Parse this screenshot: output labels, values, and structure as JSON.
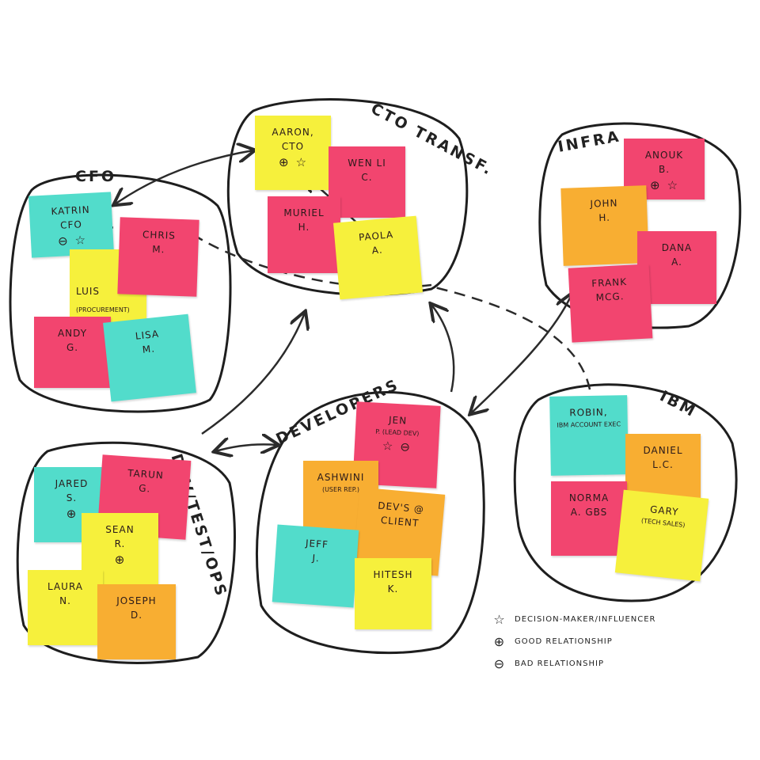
{
  "title": "Stakeholder map",
  "colors": {
    "yellow": "#f6f03c",
    "pink": "#f2456f",
    "cyan": "#52dccb",
    "orange": "#f8ae32",
    "ink": "#2b2b2b"
  },
  "symbols": {
    "star": "☆",
    "plus": "⊕",
    "minus": "⊖"
  },
  "groups": [
    {
      "label": "CFO",
      "notes": [
        {
          "name": "Katrin",
          "sub": "CFO",
          "color": "cyan",
          "marks": [
            "minus",
            "star"
          ]
        },
        {
          "name": "Luis",
          "sub": "(Procurement)",
          "color": "yellow",
          "marks": []
        },
        {
          "name": "Chris",
          "sub": "M.",
          "color": "pink",
          "marks": []
        },
        {
          "name": "Andy",
          "sub": "G.",
          "color": "pink",
          "marks": []
        },
        {
          "name": "Lisa",
          "sub": "M.",
          "color": "cyan",
          "marks": []
        }
      ]
    },
    {
      "label": "CTO Transf.",
      "notes": [
        {
          "name": "Aaron,",
          "sub": "CTO",
          "color": "yellow",
          "marks": [
            "plus",
            "star"
          ]
        },
        {
          "name": "Wen Li",
          "sub": "C.",
          "color": "pink",
          "marks": []
        },
        {
          "name": "Muriel",
          "sub": "H.",
          "color": "pink",
          "marks": []
        },
        {
          "name": "Paola",
          "sub": "A.",
          "color": "yellow",
          "marks": []
        }
      ]
    },
    {
      "label": "Infra",
      "notes": [
        {
          "name": "Anouk",
          "sub": "B.",
          "color": "pink",
          "marks": [
            "plus",
            "star"
          ]
        },
        {
          "name": "John",
          "sub": "H.",
          "color": "orange",
          "marks": []
        },
        {
          "name": "Dana",
          "sub": "A.",
          "color": "pink",
          "marks": []
        },
        {
          "name": "Frank",
          "sub": "McG.",
          "color": "pink",
          "marks": []
        }
      ]
    },
    {
      "label": "IBM",
      "notes": [
        {
          "name": "Robin,",
          "sub": "IBM Account Exec",
          "color": "cyan",
          "marks": []
        },
        {
          "name": "Daniel",
          "sub": "L.C.",
          "color": "orange",
          "marks": []
        },
        {
          "name": "Norma",
          "sub": "A. GBS",
          "color": "pink",
          "marks": []
        },
        {
          "name": "Gary",
          "sub": "(Tech Sales)",
          "color": "yellow",
          "marks": []
        }
      ]
    },
    {
      "label": "Developers",
      "notes": [
        {
          "name": "Jen",
          "sub": "P. (Lead Dev)",
          "color": "pink",
          "marks": [
            "star",
            "minus"
          ]
        },
        {
          "name": "Ashwini",
          "sub": "(User Rep.)",
          "color": "orange",
          "marks": []
        },
        {
          "name": "Dev's @",
          "sub": "Client",
          "color": "orange",
          "marks": []
        },
        {
          "name": "Jeff",
          "sub": "J.",
          "color": "cyan",
          "marks": []
        },
        {
          "name": "Hitesh",
          "sub": "K.",
          "color": "yellow",
          "marks": []
        }
      ]
    },
    {
      "label": "Dev/Test/Ops",
      "notes": [
        {
          "name": "Jared",
          "sub": "S.",
          "color": "cyan",
          "marks": [
            "plus"
          ]
        },
        {
          "name": "Tarun",
          "sub": "G.",
          "color": "pink",
          "marks": []
        },
        {
          "name": "Sean",
          "sub": "R.",
          "color": "yellow",
          "marks": [
            "plus"
          ]
        },
        {
          "name": "Laura",
          "sub": "N.",
          "color": "yellow",
          "marks": []
        },
        {
          "name": "Joseph",
          "sub": "D.",
          "color": "orange",
          "marks": []
        }
      ]
    }
  ],
  "legend": [
    {
      "icon": "star",
      "label": "Decision-maker/influencer"
    },
    {
      "icon": "plus",
      "label": "Good relationship"
    },
    {
      "icon": "minus",
      "label": "Bad relationship"
    }
  ]
}
